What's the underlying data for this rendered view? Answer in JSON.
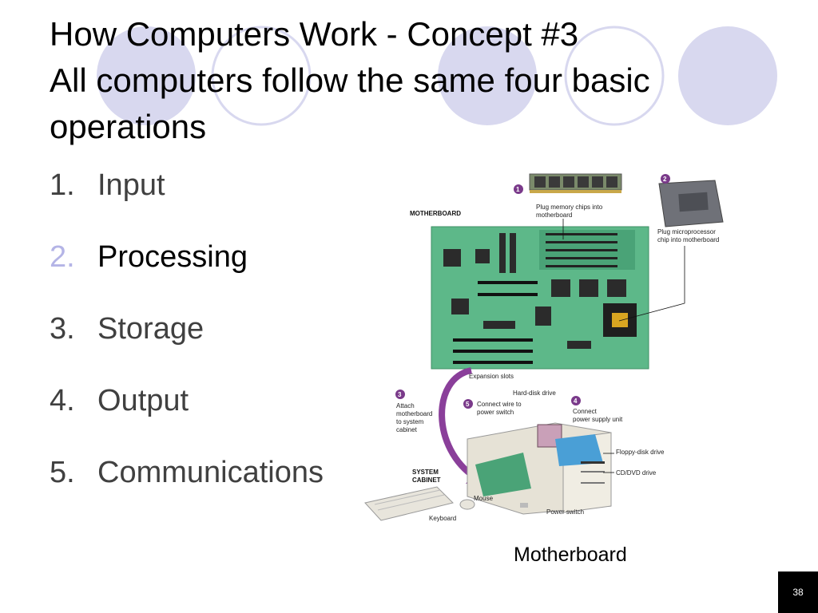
{
  "title": {
    "line1": "How Computers Work - Concept #3",
    "line2": "All computers follow the same four basic operations"
  },
  "operations": [
    {
      "number": "1.",
      "label": "Input",
      "highlighted": false
    },
    {
      "number": "2.",
      "label": "Processing",
      "highlighted": true
    },
    {
      "number": "3.",
      "label": "Storage",
      "highlighted": false
    },
    {
      "number": "4.",
      "label": "Output",
      "highlighted": false
    },
    {
      "number": "5.",
      "label": "Communications",
      "highlighted": false
    }
  ],
  "figure": {
    "motherboard_title": "MOTHERBOARD",
    "step1": "1",
    "step1_text_a": "Plug memory chips into",
    "step1_text_b": "motherboard",
    "step2": "2",
    "step2_text_a": "Plug microprocessor",
    "step2_text_b": "chip into motherboard",
    "expansion_slots": "Expansion slots",
    "step3": "3",
    "step3_text_a": "Attach",
    "step3_text_b": "motherboard",
    "step3_text_c": "to system",
    "step3_text_d": "cabinet",
    "step5": "5",
    "step5_text_a": "Connect wire to",
    "step5_text_b": "power switch",
    "hard_disk": "Hard-disk drive",
    "step4": "4",
    "step4_text_a": "Connect",
    "step4_text_b": "power supply unit",
    "floppy": "Floppy-disk drive",
    "cd_dvd": "CD/DVD drive",
    "cabinet_a": "SYSTEM",
    "cabinet_b": "CABINET",
    "mouse": "Mouse",
    "keyboard": "Keyboard",
    "power_switch": "Power switch"
  },
  "caption": "Motherboard",
  "page_number": "38",
  "colors": {
    "circle_fill": "#d8d8ef",
    "circle_stroke": "#d8d8ef",
    "active_number": "#b4b4e6",
    "board_green": "#5db889",
    "badge_purple": "#7a3a8a"
  }
}
